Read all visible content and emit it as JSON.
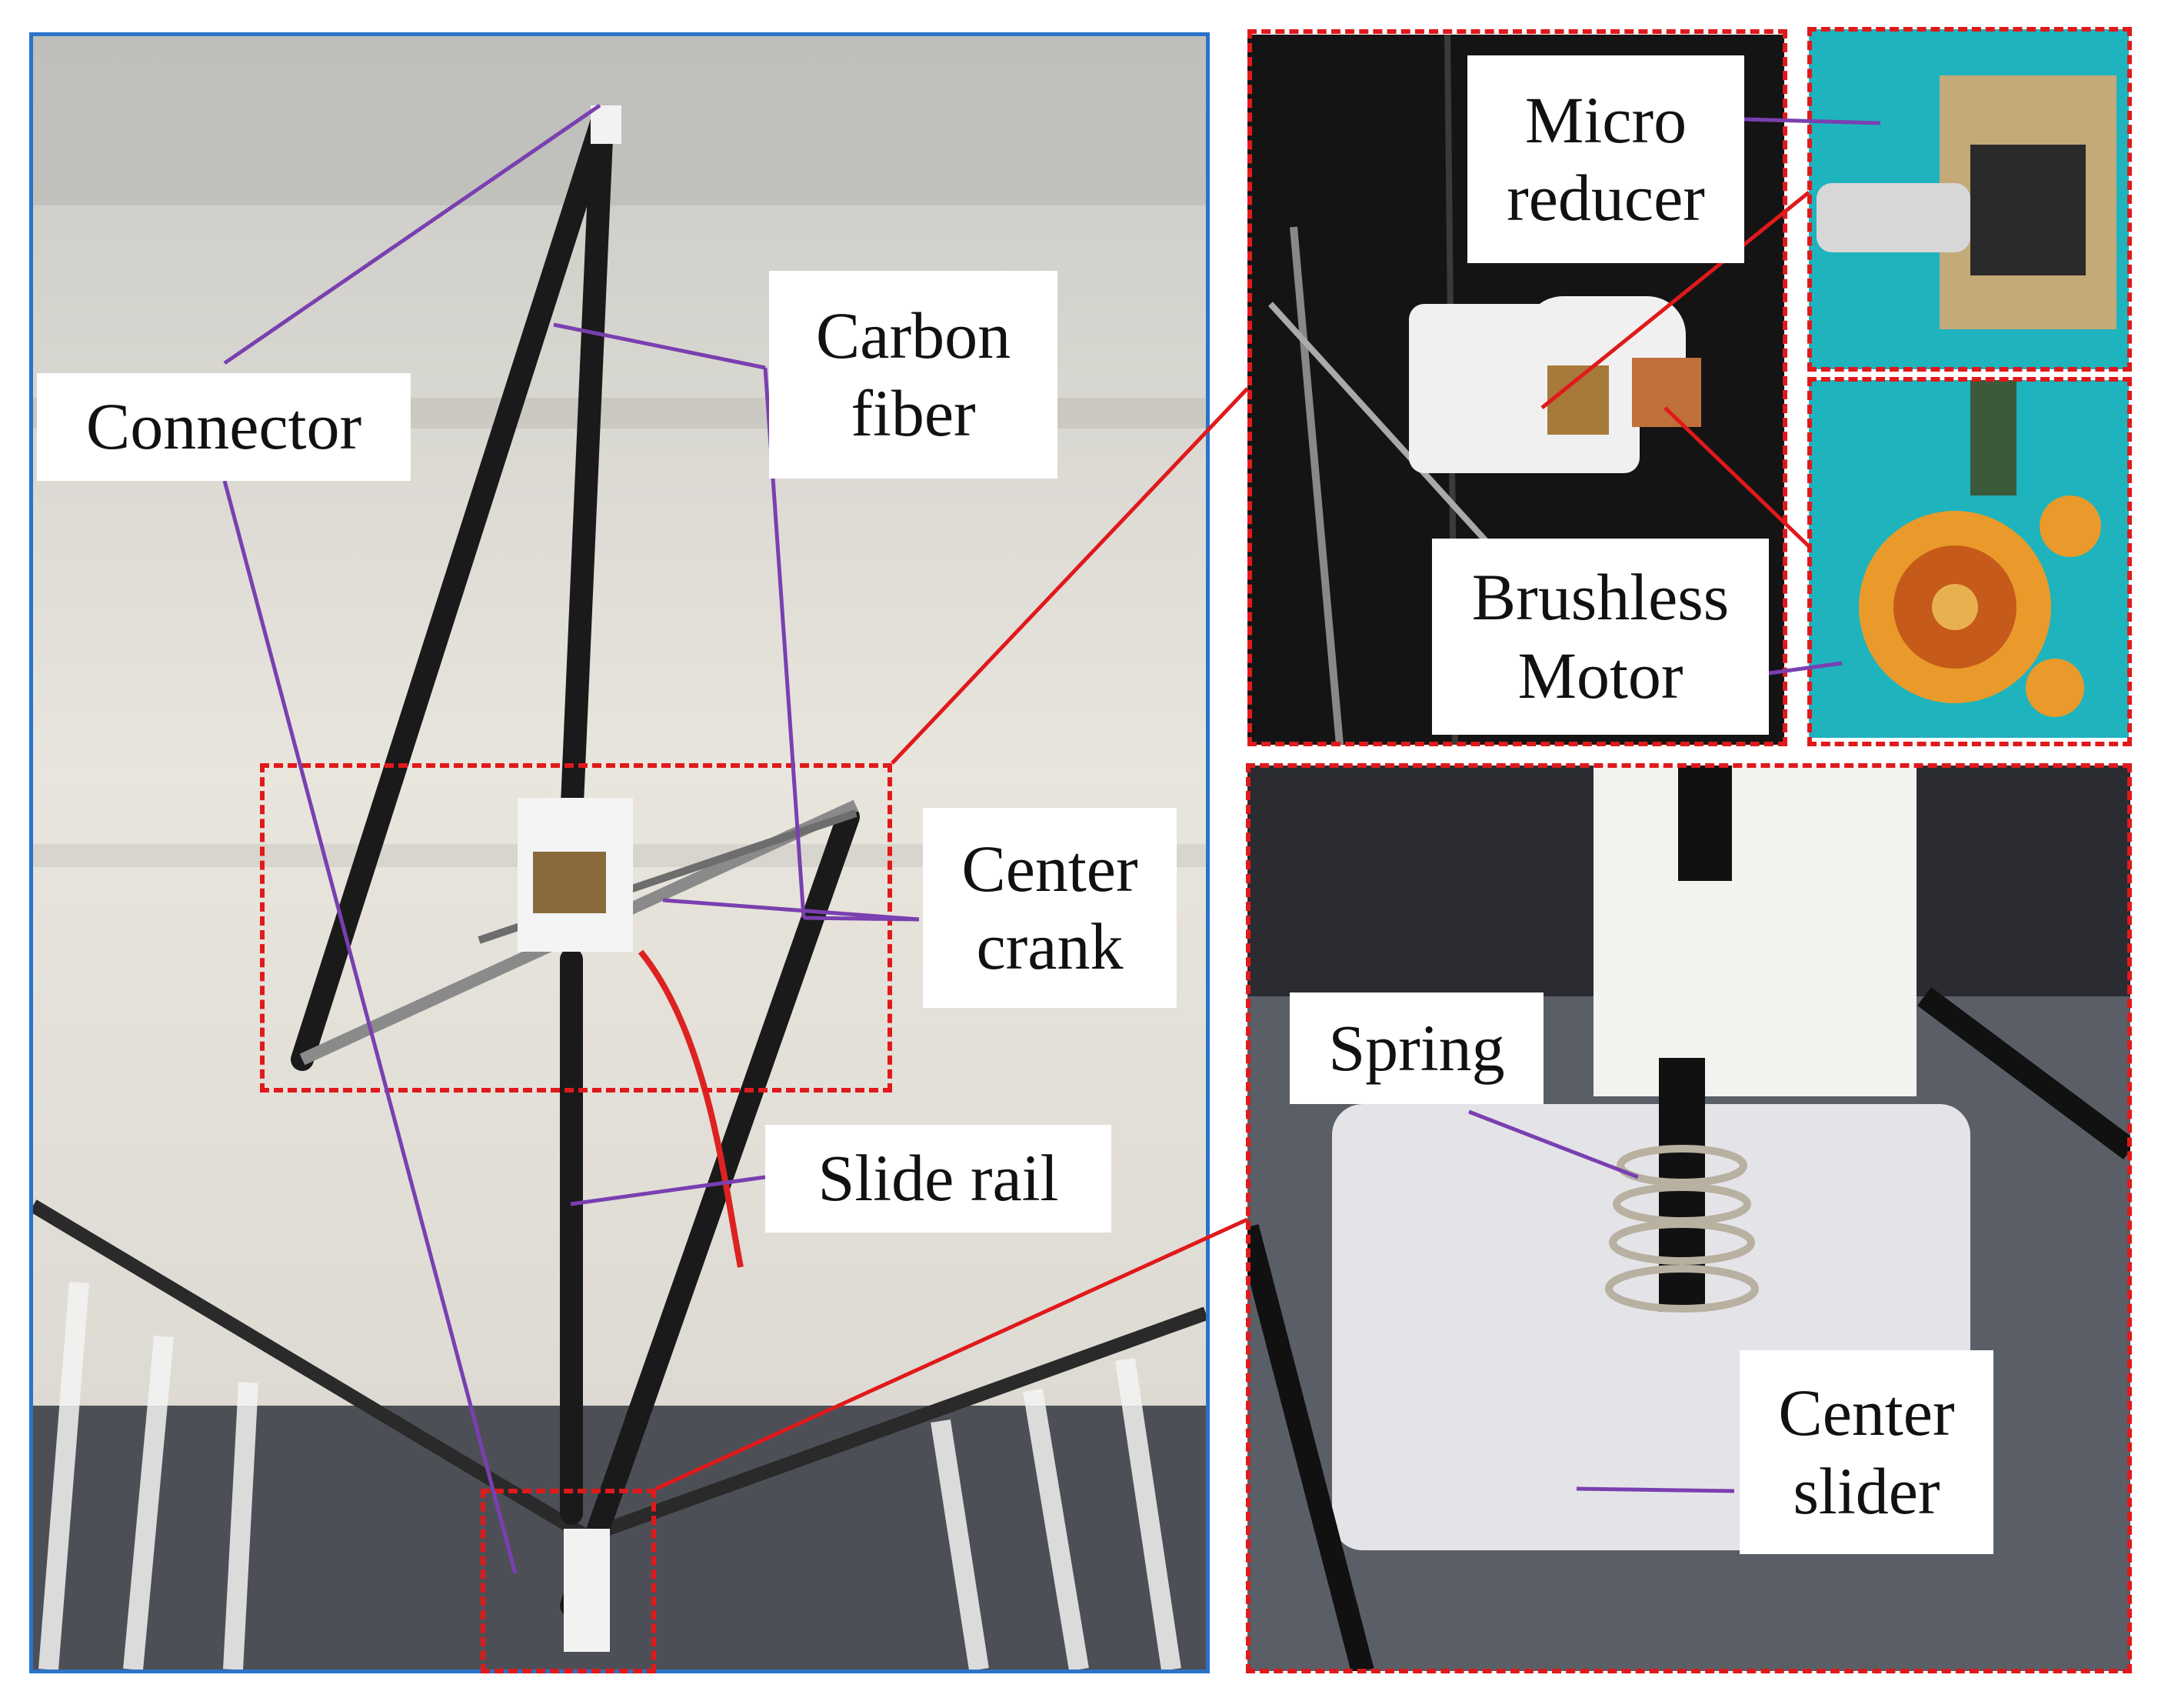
{
  "figure": {
    "labels": {
      "connector": "Connector",
      "carbon_fiber": "Carbon\nfiber",
      "center_crank": "Center\ncrank",
      "slide_rail": "Slide rail",
      "micro_reducer": "Micro\nreducer",
      "brushless_motor": "Brushless\nMotor",
      "spring": "Spring",
      "center_slider": "Center\nslider"
    },
    "colors": {
      "callout_line": "#7a3fb0",
      "zoom_line": "#e0191b",
      "main_border": "#2a73c9"
    }
  }
}
